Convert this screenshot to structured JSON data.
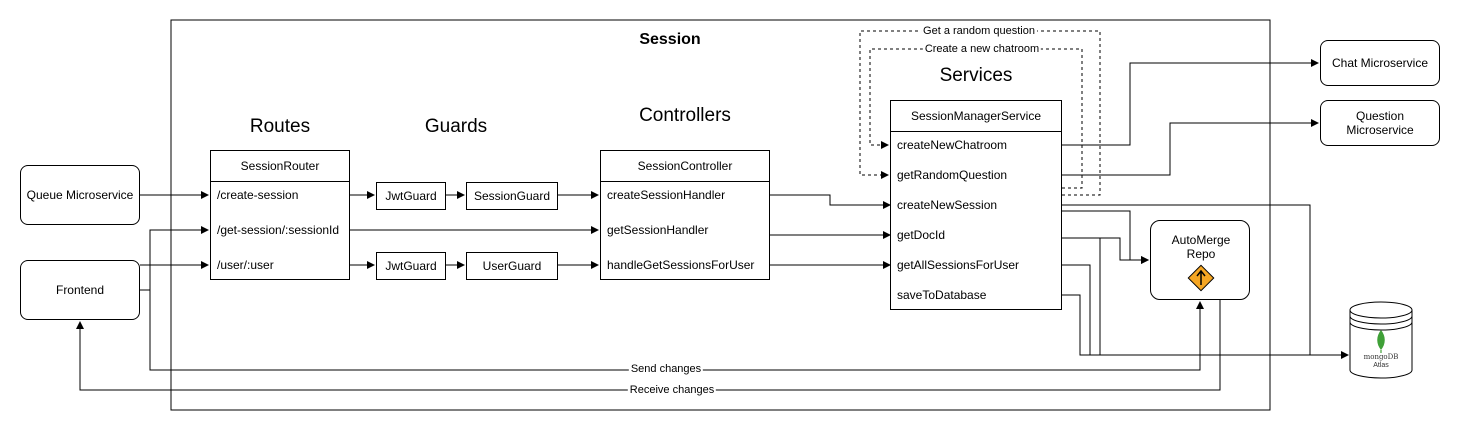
{
  "session": {
    "title": "Session"
  },
  "headings": {
    "routes": "Routes",
    "guards": "Guards",
    "controllers": "Controllers",
    "services": "Services"
  },
  "external": {
    "queue": "Queue Microservice",
    "frontend": "Frontend",
    "chat": "Chat Microservice",
    "question": "Question Microservice",
    "automerge": "AutoMerge Repo",
    "mongo_brand": "mongoDB",
    "mongo_sub": "Atlas"
  },
  "router": {
    "name": "SessionRouter",
    "routes": [
      "/create-session",
      "/get-session/:sessionId",
      "/user/:user"
    ]
  },
  "guards": {
    "jwt_1": "JwtGuard",
    "session": "SessionGuard",
    "jwt_2": "JwtGuard",
    "user": "UserGuard"
  },
  "controller": {
    "name": "SessionController",
    "handlers": [
      "createSessionHandler",
      "getSessionHandler",
      "handleGetSessionsForUser"
    ]
  },
  "service": {
    "name": "SessionManagerService",
    "methods": [
      "createNewChatroom",
      "getRandomQuestion",
      "createNewSession",
      "getDocId",
      "getAllSessionsForUser",
      "saveToDatabase"
    ]
  },
  "edge_labels": {
    "random_question": "Get a random question",
    "new_chatroom": "Create a new chatroom",
    "send_changes": "Send changes",
    "receive_changes": "Receive changes"
  },
  "colors": {
    "mongo_green": "#3fa037",
    "warning_orange": "#f5a623"
  }
}
